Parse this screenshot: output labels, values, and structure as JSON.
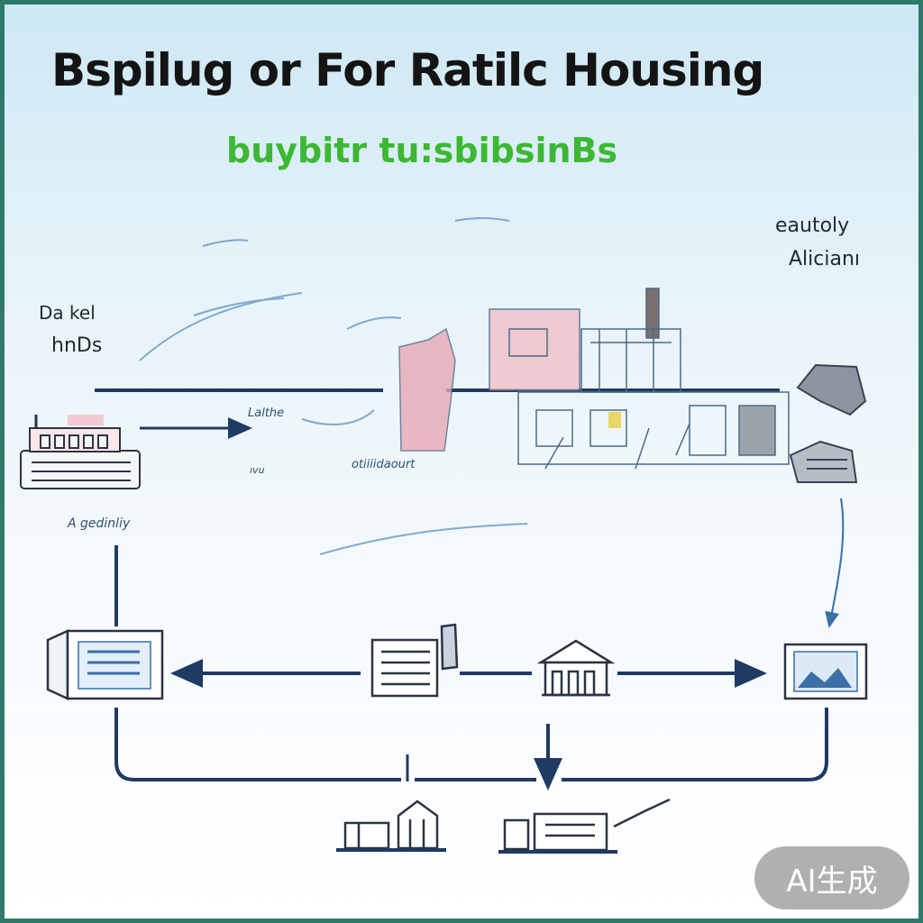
{
  "header": {
    "title": "Bspilug or For Ratilc Housing",
    "subtitle": "buybitr tu:sbibsinBs"
  },
  "labels": {
    "top_left_line1": "Da kel",
    "top_left_line2": "hnDs",
    "top_right_line1": "eautoly",
    "top_right_line2": "Alicianı",
    "mid_left": "Lalthe",
    "mid_center": "otiiiidaourt",
    "mid_small": "ıvu",
    "left_caption": "A gedinliy"
  },
  "badge": {
    "text": "AI生成"
  },
  "colors": {
    "border": "#2d7a6a",
    "title": "#141414",
    "subtitle": "#3cb833",
    "flow_line": "#1f3a63",
    "sketch_blue": "#3a6fa8",
    "pink_building": "#e8a9b5"
  },
  "icons": [
    "factory-icon",
    "building-sketch-icon",
    "cabin-icon",
    "document-icon",
    "file-cabinet-icon",
    "house-icon",
    "picture-frame-icon",
    "houses-group-icon",
    "machine-icon"
  ]
}
